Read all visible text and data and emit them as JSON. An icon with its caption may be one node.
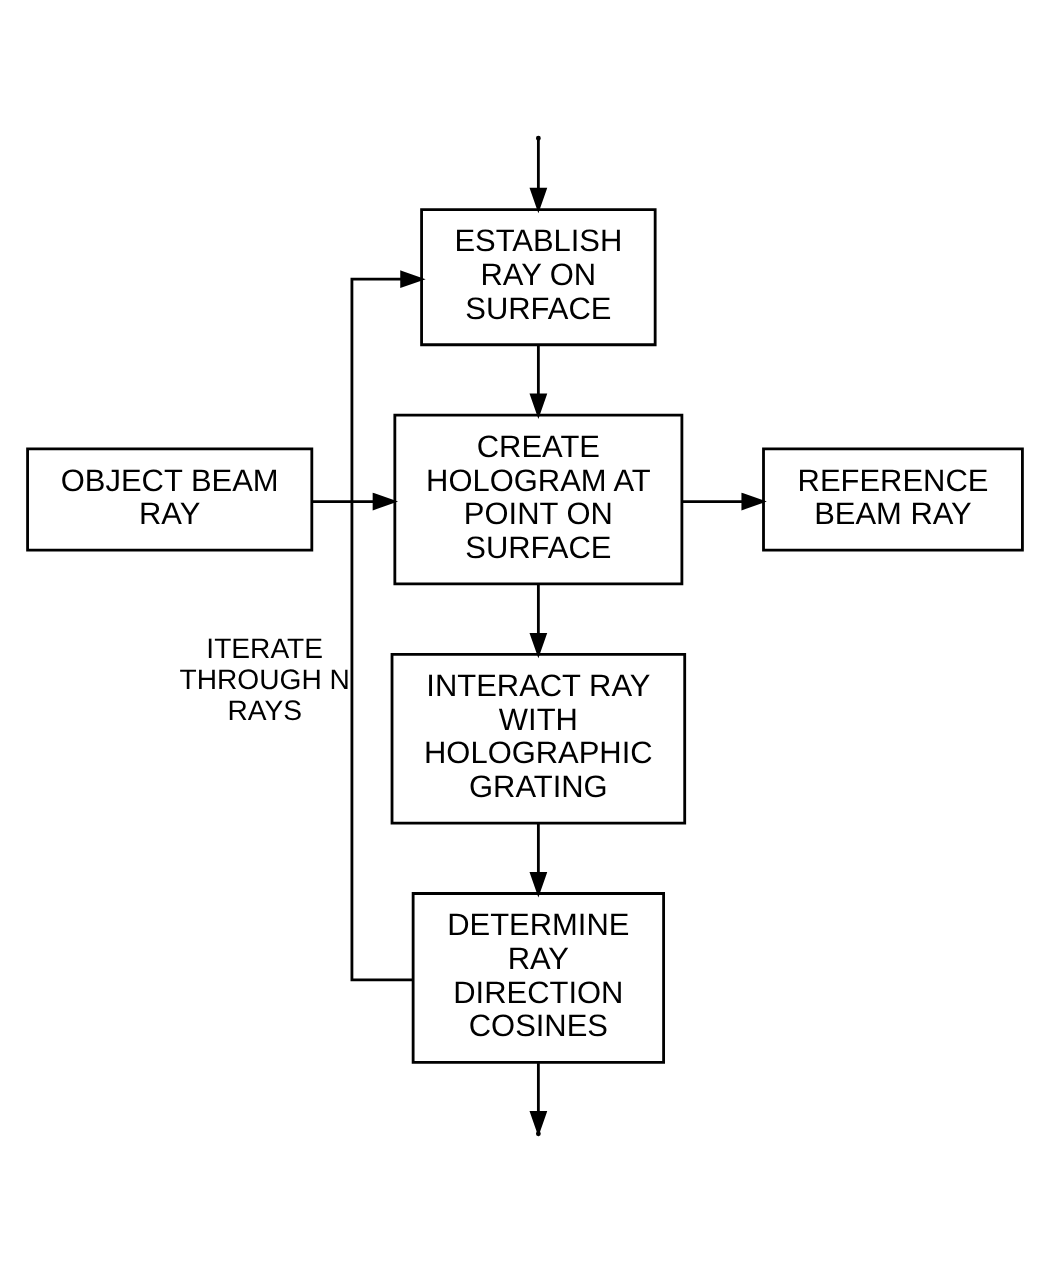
{
  "diagram": {
    "nodes": [
      {
        "text": [
          "ESTABLISH RAY ON SURFACE"
        ]
      },
      {
        "text": [
          "OBJECT BEAM RAY"
        ]
      },
      {
        "text": [
          "CREATE HOLOGRAM AT POINT ON SURFACE"
        ]
      },
      {
        "text": [
          "REFERENCE BEAM RAY"
        ]
      },
      {
        "text": [
          "INTERACT RAY WITH HOLOGRAPHIC GRATING"
        ]
      },
      {
        "text": [
          "DETERMINE RAY DIRECTION COSINES"
        ]
      }
    ],
    "edges": [
      {
        "from": null,
        "to": 0,
        "arrow": "to"
      },
      {
        "from": 0,
        "to": 2,
        "arrow": "to"
      },
      {
        "from": 1,
        "to": 2,
        "arrow": "to"
      },
      {
        "from": 2,
        "to": 3,
        "arrow": "to"
      },
      {
        "from": 2,
        "to": 4,
        "arrow": "to"
      },
      {
        "from": 4,
        "to": 5,
        "arrow": "to"
      },
      {
        "from": 5,
        "to": null,
        "arrow": "to"
      },
      {
        "from": 5,
        "to": 0,
        "arrow": "to",
        "label": "ITERATE THROUGH N RAYS"
      }
    ]
  }
}
